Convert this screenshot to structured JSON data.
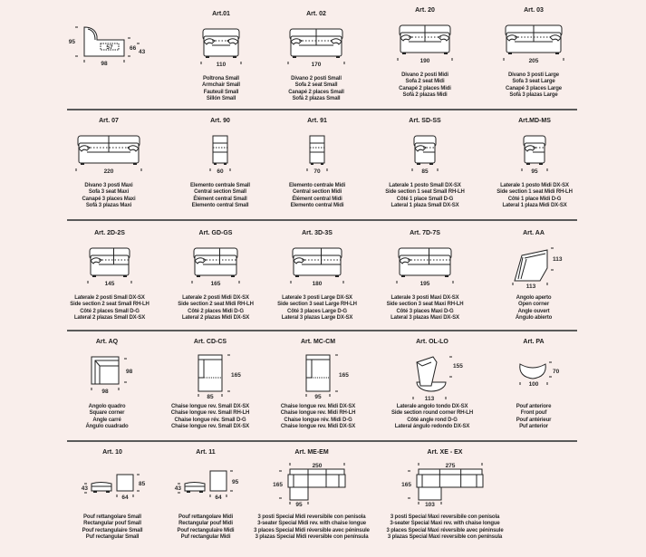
{
  "items": [
    {
      "type": "profile",
      "code": "",
      "dims": [
        "95",
        "66",
        "43",
        "98",
        "57"
      ],
      "lines": []
    },
    {
      "type": "sofa1",
      "code": "Art.01",
      "dims": [
        "110"
      ],
      "lines": [
        "Poltrona Small",
        "Armchair Small",
        "Fauteuil Small",
        "Sillón Small"
      ]
    },
    {
      "type": "sofa2",
      "code": "Art. 02",
      "dims": [
        "170"
      ],
      "lines": [
        "Divano 2 posti Small",
        "Sofa 2 seat Small",
        "Canapé 2 places Small",
        "Sofá 2 plazas Small"
      ]
    },
    {
      "type": "sofa2",
      "code": "Art. 20",
      "dims": [
        "190"
      ],
      "lines": [
        "Divano 2 posti Midi",
        "Sofa 2 seat Midi",
        "Canapé 2 places Midi",
        "Sofá 2 plazas Midi"
      ]
    },
    {
      "type": "sofa2",
      "code": "Art. 03",
      "dims": [
        "205"
      ],
      "lines": [
        "Divano 3 posti Large",
        "Sofa 3 seat Large",
        "Canapé 3 places Large",
        "Sofá 3 plazas Large"
      ]
    },
    {
      "type": "sofa2",
      "code": "Art. 07",
      "dims": [
        "220"
      ],
      "lines": [
        "Divano 3 posti Maxi",
        "Sofa 3 seat Maxi",
        "Canapé 3 places Maxi",
        "Sofá 3 plazas Maxi"
      ]
    },
    {
      "type": "central",
      "code": "Art. 90",
      "dims": [
        "60"
      ],
      "lines": [
        "Elemento centrale Small",
        "Central section Small",
        "Élément central Small",
        "Elemento central Small"
      ]
    },
    {
      "type": "central",
      "code": "Art. 91",
      "dims": [
        "70"
      ],
      "lines": [
        "Elemento centrale Midi",
        "Central section Midi",
        "Élément central Midi",
        "Elemento central Midi"
      ]
    },
    {
      "type": "side1",
      "code": "Art. SD-SS",
      "dims": [
        "85"
      ],
      "lines": [
        "Laterale 1 posto Small DX-SX",
        "Side section 1 seat Small RH-LH",
        "Côté 1 place Small D-G",
        "Lateral 1 plaza Small DX-SX"
      ]
    },
    {
      "type": "side1",
      "code": "Art.MD-MS",
      "dims": [
        "95"
      ],
      "lines": [
        "Laterale 1 posto Midi DX-SX",
        "Side section 1 seat Midi RH-LH",
        "Côté 1 place Midi D-G",
        "Lateral 1 plaza Midi DX-SX"
      ]
    },
    {
      "type": "side2",
      "code": "Art. 2D-2S",
      "dims": [
        "145"
      ],
      "lines": [
        "Laterale 2 posti Small DX-SX",
        "Side section 2 seat Small RH-LH",
        "Côté 2 places Small D-G",
        "Lateral 2 plazas Small DX-SX"
      ]
    },
    {
      "type": "side2",
      "code": "Art. GD-GS",
      "dims": [
        "165"
      ],
      "lines": [
        "Laterale 2 posti Midi DX-SX",
        "Side section 2 seat Midi RH-LH",
        "Côté 2 places Midi D-G",
        "Lateral 2 plazas Midi DX-SX"
      ]
    },
    {
      "type": "side2",
      "code": "Art. 3D-3S",
      "dims": [
        "180"
      ],
      "lines": [
        "Laterale 3 posti Large DX-SX",
        "Side section 3 seat Large RH-LH",
        "Côté 3 places Large D-G",
        "Lateral 3 plazas Large DX-SX"
      ]
    },
    {
      "type": "side2",
      "code": "Art. 7D-7S",
      "dims": [
        "195"
      ],
      "lines": [
        "Laterale 3 posti Maxi DX-SX",
        "Side section 3 seat Maxi RH-LH",
        "Côté 3 places Maxi D-G",
        "Lateral 3 plazas Maxi DX-SX"
      ]
    },
    {
      "type": "opencorner",
      "code": "Art. AA",
      "dims": [
        "113",
        "113"
      ],
      "lines": [
        "Angolo aperto",
        "Open corner",
        "Angle ouvert",
        "Ángulo abierto"
      ]
    },
    {
      "type": "squarecorner",
      "code": "Art. AQ",
      "dims": [
        "98",
        "98"
      ],
      "lines": [
        "Angolo quadro",
        "Square corner",
        "Angle carré",
        "Ángulo cuadrado"
      ]
    },
    {
      "type": "chaise",
      "code": "Art. CD-CS",
      "dims": [
        "165",
        "85"
      ],
      "lines": [
        "Chaise longue rev. Small DX-SX",
        "Chaise longue rev. Small RH-LH",
        "Chaise longue rév. Small D-G",
        "Chaise longue rev. Small DX-SX"
      ]
    },
    {
      "type": "chaise",
      "code": "Art. MC-CM",
      "dims": [
        "165",
        "95"
      ],
      "lines": [
        "Chaise longue rev. Midi DX-SX",
        "Chaise longue rev. Midi RH-LH",
        "Chaise longue rév. Midi D-G",
        "Chaise longue rev. Midi DX-SX"
      ]
    },
    {
      "type": "roundcorner",
      "code": "Art. OL-LO",
      "dims": [
        "155",
        "113"
      ],
      "lines": [
        "Laterale angolo tondo DX-SX",
        "Side section round corner RH-LH",
        "Côté angle rond D-G",
        "Lateral ángulo redondo DX-SX"
      ]
    },
    {
      "type": "frontpouf",
      "code": "Art. PA",
      "dims": [
        "70",
        "100"
      ],
      "lines": [
        "Pouf anteriore",
        "Front pouf",
        "Pouf antérieur",
        "Puf anterior"
      ]
    },
    {
      "type": "pouf",
      "code": "Art. 10",
      "dims": [
        "43",
        "85",
        "64"
      ],
      "lines": [
        "Pouf rettangolare Small",
        "Rectangular pouf Small",
        "Pouf rectangulaire Small",
        "Puf rectangular Small"
      ]
    },
    {
      "type": "pouf",
      "code": "Art. 11",
      "dims": [
        "43",
        "95",
        "64"
      ],
      "lines": [
        "Pouf rettangolare Midi",
        "Rectangular pouf Midi",
        "Pouf rectangulaire Midi",
        "Puf rectangular Midi"
      ]
    },
    {
      "type": "lshape",
      "code": "Art. ME-EM",
      "dims": [
        "250",
        "165",
        "95"
      ],
      "lines": [
        "3 posti Special Midi reversibile con penisola",
        "3-seater Special Midi rev. with chaise longue",
        "3 places Special Midi réversible avec péninsule",
        "3 plazas Special Midi reversible con península"
      ]
    },
    {
      "type": "lshape",
      "code": "Art. XE - EX",
      "dims": [
        "275",
        "165",
        "103"
      ],
      "lines": [
        "3 posti Special Maxi reversibile con penisola",
        "3-seater Special Maxi rev. with chaise longue",
        "3 places Special Maxi réversible avec péninsule",
        "3 plazas Special Maxi reversible con península"
      ]
    }
  ]
}
